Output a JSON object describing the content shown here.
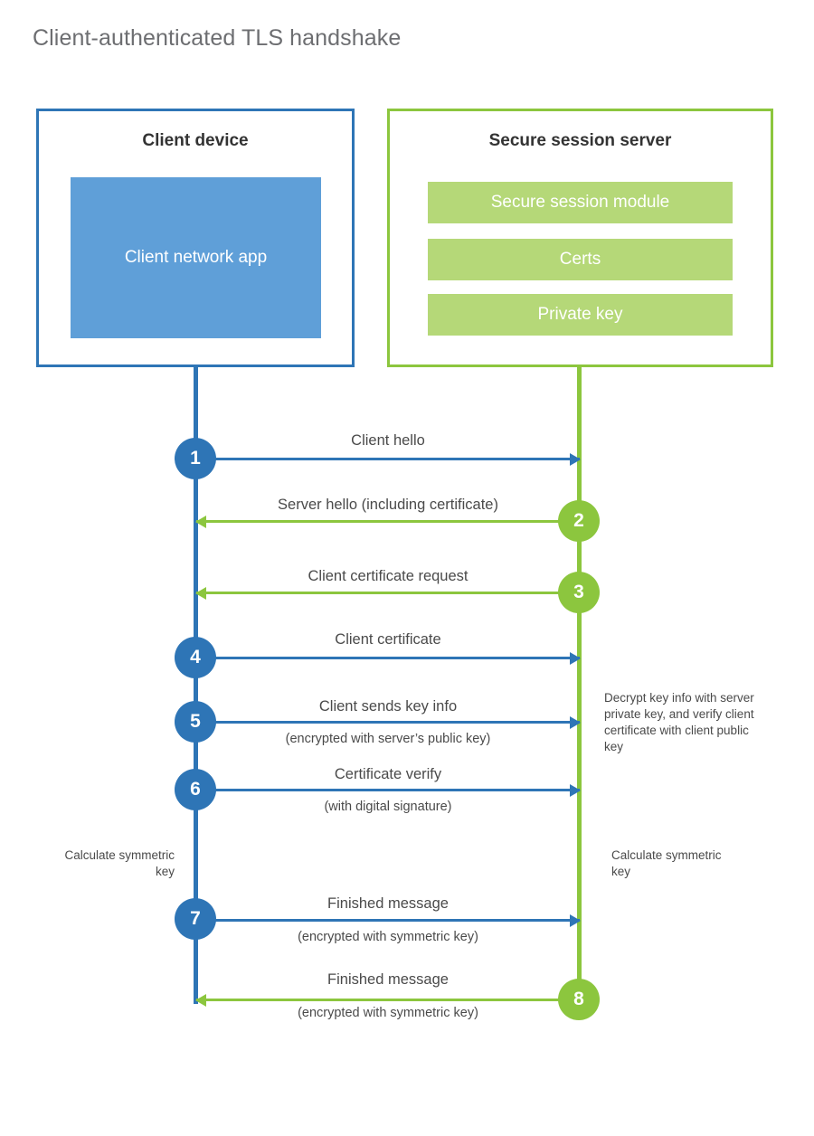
{
  "title": "Client-authenticated TLS handshake",
  "colors": {
    "blue_line": "#2e75b6",
    "green_line": "#8cc63e",
    "blue_fill": "#5f9fd8",
    "green_fill": "#b5d878",
    "text": "#4a4a4a",
    "title_text": "#6d6e71"
  },
  "client": {
    "title": "Client device",
    "app_label": "Client network app"
  },
  "server": {
    "title": "Secure session server",
    "items": [
      {
        "label": "Secure session module"
      },
      {
        "label": "Certs"
      },
      {
        "label": "Private key"
      }
    ]
  },
  "steps": [
    {
      "number": "1",
      "label": "Client hello",
      "sublabel": "",
      "direction": "client-to-server",
      "color": "blue"
    },
    {
      "number": "2",
      "label": "Server hello (including certificate)",
      "sublabel": "",
      "direction": "server-to-client",
      "color": "green"
    },
    {
      "number": "3",
      "label": "Client certificate request",
      "sublabel": "",
      "direction": "server-to-client",
      "color": "green"
    },
    {
      "number": "4",
      "label": "Client certificate",
      "sublabel": "",
      "direction": "client-to-server",
      "color": "blue"
    },
    {
      "number": "5",
      "label": "Client sends key info",
      "sublabel": "(encrypted with server’s public key)",
      "direction": "client-to-server",
      "color": "blue"
    },
    {
      "number": "6",
      "label": "Certificate verify",
      "sublabel": "(with digital signature)",
      "direction": "client-to-server",
      "color": "blue"
    },
    {
      "number": "7",
      "label": "Finished message",
      "sublabel": "(encrypted with symmetric key)",
      "direction": "client-to-server",
      "color": "blue"
    },
    {
      "number": "8",
      "label": "Finished message",
      "sublabel": "(encrypted with symmetric key)",
      "direction": "server-to-client",
      "color": "green"
    }
  ],
  "notes": {
    "server_decrypt": "Decrypt key info with server private key, and verify client certificate with client public key",
    "client_calculate": "Calculate symmetric key",
    "server_calculate": "Calculate symmetric key"
  }
}
